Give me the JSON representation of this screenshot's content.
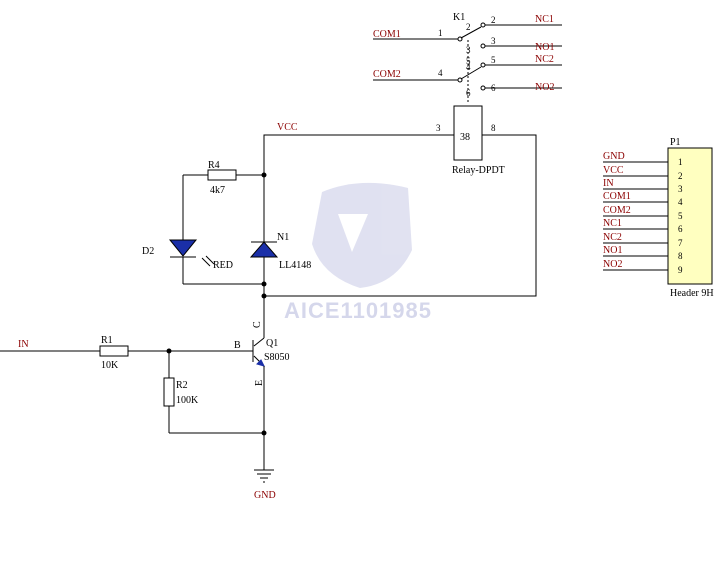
{
  "relay": {
    "ref": "K1",
    "value": "Relay-DPDT",
    "coil_label": "38",
    "nets": {
      "com1": "COM1",
      "com2": "COM2",
      "nc1": "NC1",
      "no1": "NO1",
      "nc2": "NC2",
      "no2": "NO2"
    },
    "pins": {
      "p1": "1",
      "p2a": "2",
      "p2b": "2",
      "p3a": "3",
      "p3b": "3",
      "p4a": "4",
      "p4b": "4",
      "p5a": "5",
      "p5b": "5",
      "p6a": "6",
      "p6b": "6",
      "p7": "3",
      "p8": "8"
    }
  },
  "power": {
    "vcc": "VCC",
    "gnd": "GND",
    "in": "IN"
  },
  "r4": {
    "ref": "R4",
    "value": "4k7"
  },
  "d2": {
    "ref": "D2",
    "value": "RED"
  },
  "n1": {
    "ref": "N1",
    "value": "LL4148"
  },
  "q1": {
    "ref": "Q1",
    "value": "S8050",
    "b": "B",
    "c": "C",
    "e": "E"
  },
  "r1": {
    "ref": "R1",
    "value": "10K"
  },
  "r2": {
    "ref": "R2",
    "value": "100K"
  },
  "header": {
    "ref": "P1",
    "value": "Header 9H",
    "signals": [
      "GND",
      "VCC",
      "IN",
      "COM1",
      "COM2",
      "NC1",
      "NC2",
      "NO1",
      "NO2"
    ],
    "pins": [
      "1",
      "2",
      "3",
      "4",
      "5",
      "6",
      "7",
      "8",
      "9"
    ]
  },
  "watermark": "AICE1101985",
  "colors": {
    "net_label": "#8b0000",
    "header_fill": "#ffffc0",
    "watermark": "#8a8fc8"
  }
}
